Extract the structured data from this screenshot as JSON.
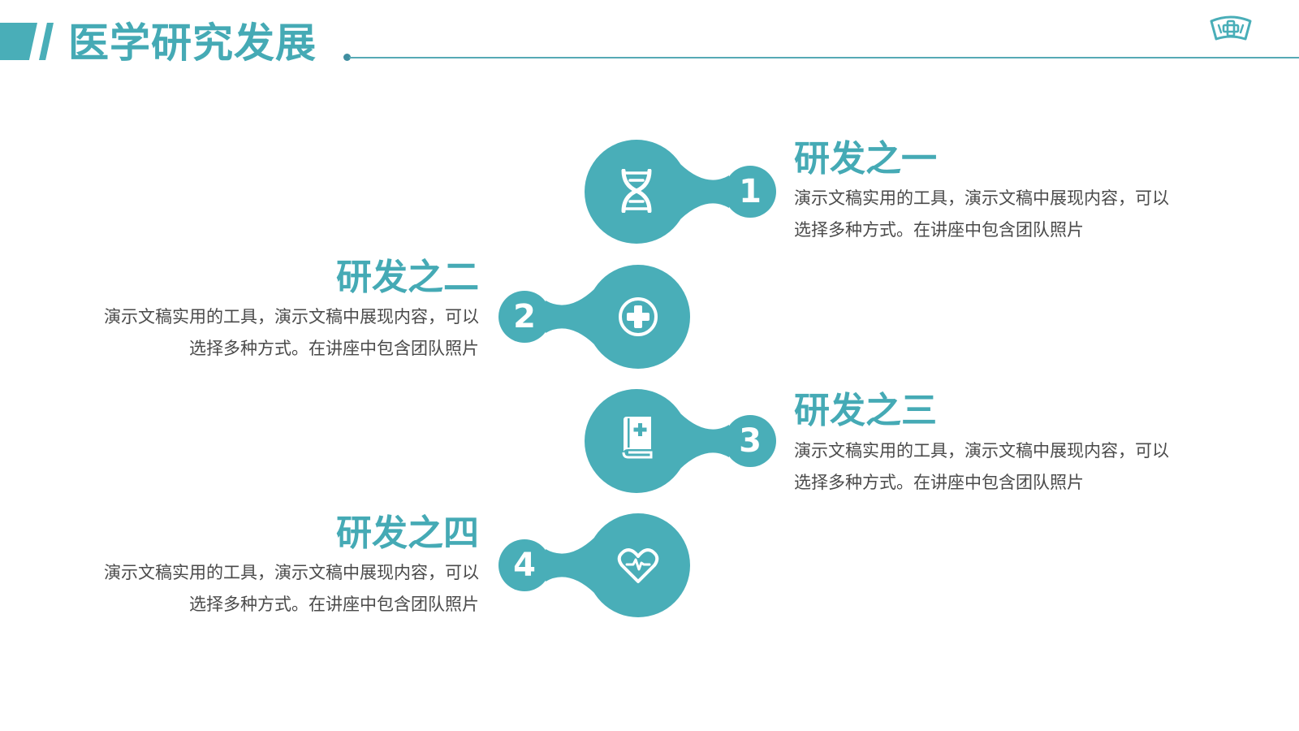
{
  "header": {
    "title": "医学研究发展"
  },
  "colors": {
    "accent": "#49aeb8",
    "text": "#4a4a4a"
  },
  "items": [
    {
      "number": "1",
      "title": "研发之一",
      "line1": "演示文稿实用的工具，演示文稿中展现内容，可以",
      "line2": "选择多种方式。在讲座中包含团队照片",
      "icon": "dna-icon"
    },
    {
      "number": "2",
      "title": "研发之二",
      "line1": "演示文稿实用的工具，演示文稿中展现内容，可以",
      "line2": "选择多种方式。在讲座中包含团队照片",
      "icon": "plus-circle-icon"
    },
    {
      "number": "3",
      "title": "研发之三",
      "line1": "演示文稿实用的工具，演示文稿中展现内容，可以",
      "line2": "选择多种方式。在讲座中包含团队照片",
      "icon": "medical-book-icon"
    },
    {
      "number": "4",
      "title": "研发之四",
      "line1": "演示文稿实用的工具，演示文稿中展现内容，可以",
      "line2": "选择多种方式。在讲座中包含团队照片",
      "icon": "heart-pulse-icon"
    }
  ],
  "logo": {
    "icon": "nurse-cap-icon"
  }
}
